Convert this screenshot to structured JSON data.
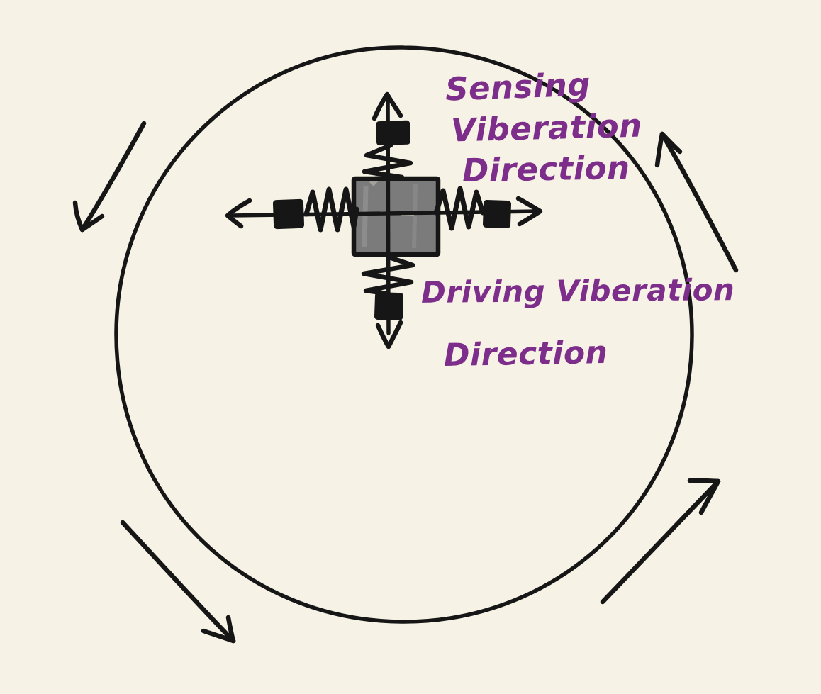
{
  "canvas": {
    "background_color": "#f6f2e5",
    "ink_color": "#161616",
    "label_color": "#7c2e8a",
    "mass_fill_color": "#7b7b7b"
  },
  "figure": {
    "type": "hand-drawn sketch",
    "subject": "vibrating proof-mass gyroscope concept",
    "rotation_direction": "counterclockwise",
    "elements": {
      "circle": "large rotating ring",
      "proof_mass": "gray square mass at center",
      "vertical_axis": "sensing vibration direction (double-headed arrow with springs and anchors)",
      "horizontal_axis": "driving vibration direction (double-headed arrow with springs and anchors)"
    }
  },
  "labels": {
    "sensing": {
      "line1": "Sensing",
      "line2": "Viberation",
      "line3": "Direction"
    },
    "driving": {
      "line1": "Driving Viberation",
      "line2": "Direction"
    }
  }
}
